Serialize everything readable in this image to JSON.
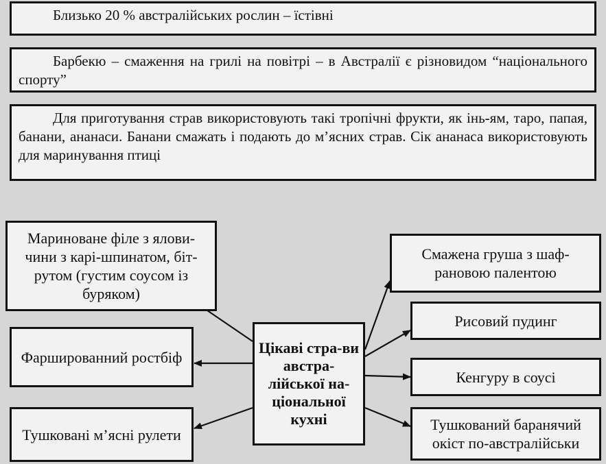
{
  "facts": [
    "Близько 20 % австралійських рослин – їстівні",
    "Барбекю – смаження на грилі на повітрі – в Австралії є різновидом “національного спорту”",
    "Для приготування страв використовують такі тропічні фрукти, як інь-ям, таро, папая, банани, ананаси. Банани смажать і подають до м’ясних страв. Сік ананаса використовують для маринування птиці"
  ],
  "diagram": {
    "center": "Цікаві стра-ви австра-лійської на-ціональної кухні",
    "left": [
      "Мариноване філе з ялови-чини з карі-шпинатом, біт-рутом (густим соусом із буряком)",
      "Фаршированний ростбіф",
      "Тушковані м’ясні рулети"
    ],
    "right": [
      "Смажена груша з шаф-рановою палентою",
      "Рисовий пудинг",
      "Кенгуру в соусі",
      "Тушкований баранячий окіст по-австралійськи"
    ]
  }
}
